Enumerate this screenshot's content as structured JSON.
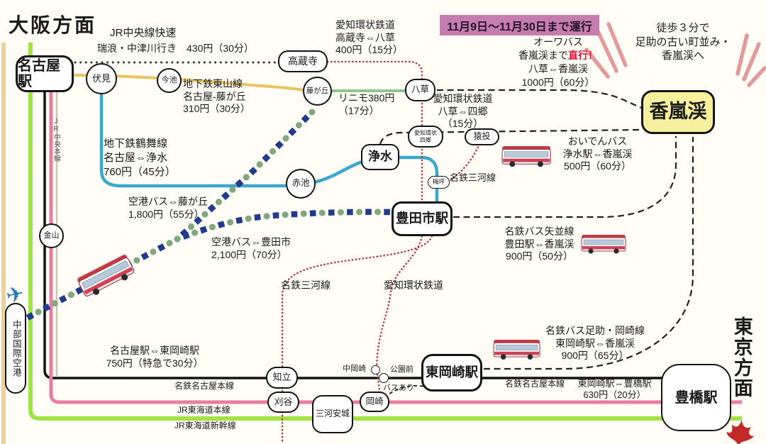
{
  "headings": {
    "osaka": "大阪方面",
    "tokyo": "東京方面"
  },
  "banner": {
    "text": "11月9日～11月30日まで運行",
    "bg": "#c77cb0"
  },
  "stations": {
    "nagoya": "名古屋駅",
    "fushimi": "伏見",
    "imaike": "今池",
    "fujigaoka": "藤が丘",
    "kozoji": "高蔵寺",
    "yakusa": "八草",
    "aikan_shigo": "愛知環状\n四郷",
    "sanage": "猿投",
    "josui": "浄水",
    "akaike": "赤池",
    "umetsubo": "梅坪",
    "kanayama": "金山",
    "toyotashi": "豊田市駅",
    "korankei": "香嵐渓",
    "centrair": "中部国際空港",
    "chiryu": "知立",
    "kariya": "刈谷",
    "mikawa_anjo": "三河安城",
    "nakaokazaki": "中岡崎",
    "koenmae": "公園前",
    "okazaki": "岡崎",
    "higashi_okazaki": "東岡崎駅",
    "toyohashi": "豊橋駅"
  },
  "labels": {
    "jr_chuo_rapid_l1": "JR中央線快速",
    "jr_chuo_rapid_l2": "瑞浪・中津川行き　430円（30分）",
    "higashiyama": "地下鉄東山線\n名古屋-藤が丘\n310円（30分）",
    "aikan_kozoji": "愛知環状鉄道\n高蔵寺⇔八草\n400円（15分）",
    "linimo": "リニモ380円\n（17分）",
    "aikan_yakusa": "愛知環状鉄道\n八草⇔四郷\n（15分）",
    "orwa_l1": "オーワバス",
    "orwa_l2a": "香嵐渓まで",
    "orwa_l2b": "直行！",
    "orwa_l3": "八草⇔香嵐渓",
    "orwa_l4": "1000円（60分）",
    "walk_note": "徒歩３分で\n足助の古い町並み・\n香嵐渓へ",
    "tsurumai": "地下鉄鶴舞線\n名古屋⇔浄水\n760円（45分）",
    "airport_fujigaoka": "空港バス⇔藤が丘\n1,800円（55分）",
    "airport_toyota": "空港バス⇔豊田市\n2,100円（70分）",
    "oiden": "おいでんバス\n浄水駅⇔香嵐渓\n500円（60分）",
    "mikawa_upper": "名鉄三河線",
    "yanami": "名鉄バス矢並線\n豊田駅⇔香嵐渓\n900円（50分）",
    "mikawa_lower": "名鉄三河線",
    "aikan_lower": "愛知環状鉄道",
    "meitetsu_ltd_exp": "名古屋駅⇔東岡崎駅\n750円（特急で30分）",
    "asuke": "名鉄バス足助・岡崎線\n東岡崎駅⇔香嵐渓\n900円（65分）",
    "meitetsu_main_w": "名鉄名古屋本線",
    "meitetsu_main_e": "名鉄名古屋本線",
    "tokaido_main": "JR東海道本線",
    "tokaido_shinkansen": "JR東海道新幹線",
    "toyohashi_fare": "東岡崎駅⇔豊橋駅\n630円（20分）",
    "bus_ari": "バスあり",
    "jr_chuo_main": "JR中央本線"
  },
  "icons": {
    "airplane_glyph": "✈"
  },
  "colors": {
    "banner_bg": "#c77cb0",
    "korankei_bg": "#f5ef9e",
    "shinkansen_green": "#a2e344",
    "jr_tokaido_pink": "#e87ca2",
    "meitetsu_black": "#141414",
    "higashiyama_yellow": "#eac45f",
    "tsurumai_blue": "#3aa8cc",
    "linimo_green": "#8fc68f",
    "aikan_dotted_red": "#b23a3a",
    "airport_dot_green": "#7fa87f",
    "airport_dot_navy": "#223a8c",
    "tokoname_tan": "#ecd09b",
    "ray_pink": "#e29a9a",
    "direct_red": "#e01030",
    "airplane_blue": "#2878b8",
    "maple_red": "#c22a2a"
  }
}
